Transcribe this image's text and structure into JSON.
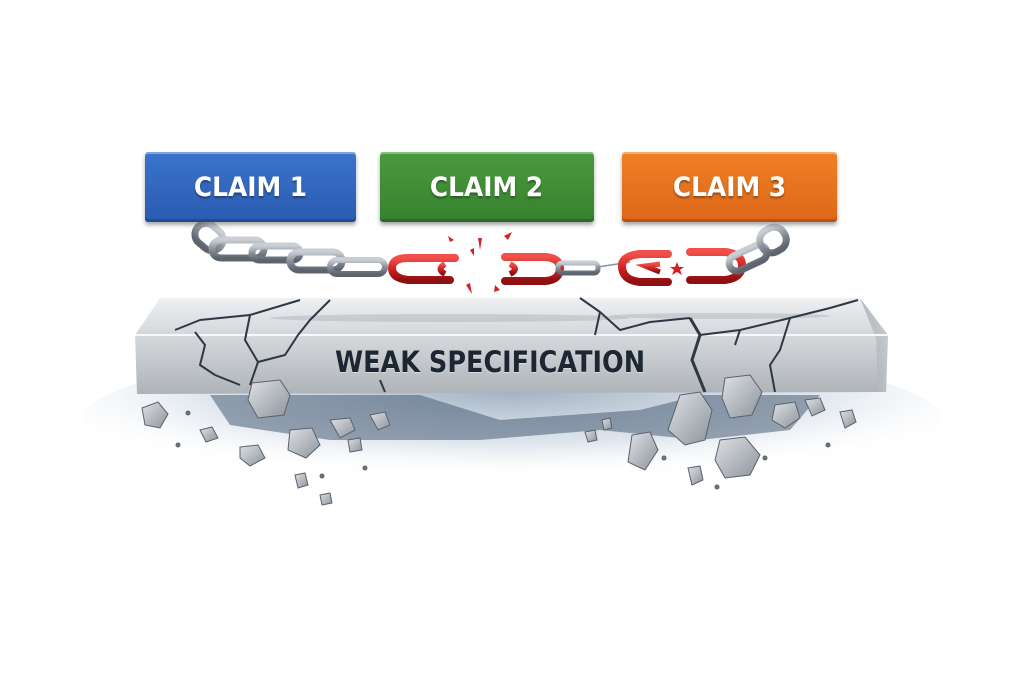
{
  "diagram": {
    "claims": [
      {
        "label": "CLAIM 1",
        "color": "#2f66bd"
      },
      {
        "label": "CLAIM 2",
        "color": "#3d8c33"
      },
      {
        "label": "CLAIM 3",
        "color": "#e8731f"
      }
    ],
    "chain": {
      "intact_color": "#8a929c",
      "broken_color": "#cc1f1f",
      "breaks": 2
    },
    "foundation": {
      "label": "WEAK SPECIFICATION",
      "color": "#c9cdd2",
      "text_color": "#1c2733"
    }
  }
}
